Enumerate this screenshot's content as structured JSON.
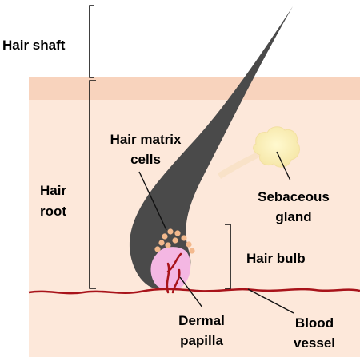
{
  "labels": {
    "hair_shaft": "Hair shaft",
    "hair_root_line1": "Hair",
    "hair_root_line2": "root",
    "hair_matrix_line1": "Hair matrix",
    "hair_matrix_line2": "cells",
    "sebaceous_line1": "Sebaceous",
    "sebaceous_line2": "gland",
    "hair_bulb": "Hair bulb",
    "dermal_line1": "Dermal",
    "dermal_line2": "papilla",
    "blood_line1": "Blood",
    "blood_line2": "vessel"
  },
  "colors": {
    "skin_top_layer": "#f8d3bd",
    "skin_dermis": "#fde8da",
    "hair": "#4a4a4a",
    "matrix_cells": "#f3b98d",
    "dermal_papilla": "#f4b7e3",
    "blood_vessel": "#a8131a",
    "sebaceous_gland": "#fff3b8",
    "sebaceous_duct": "#f9e2c8"
  }
}
